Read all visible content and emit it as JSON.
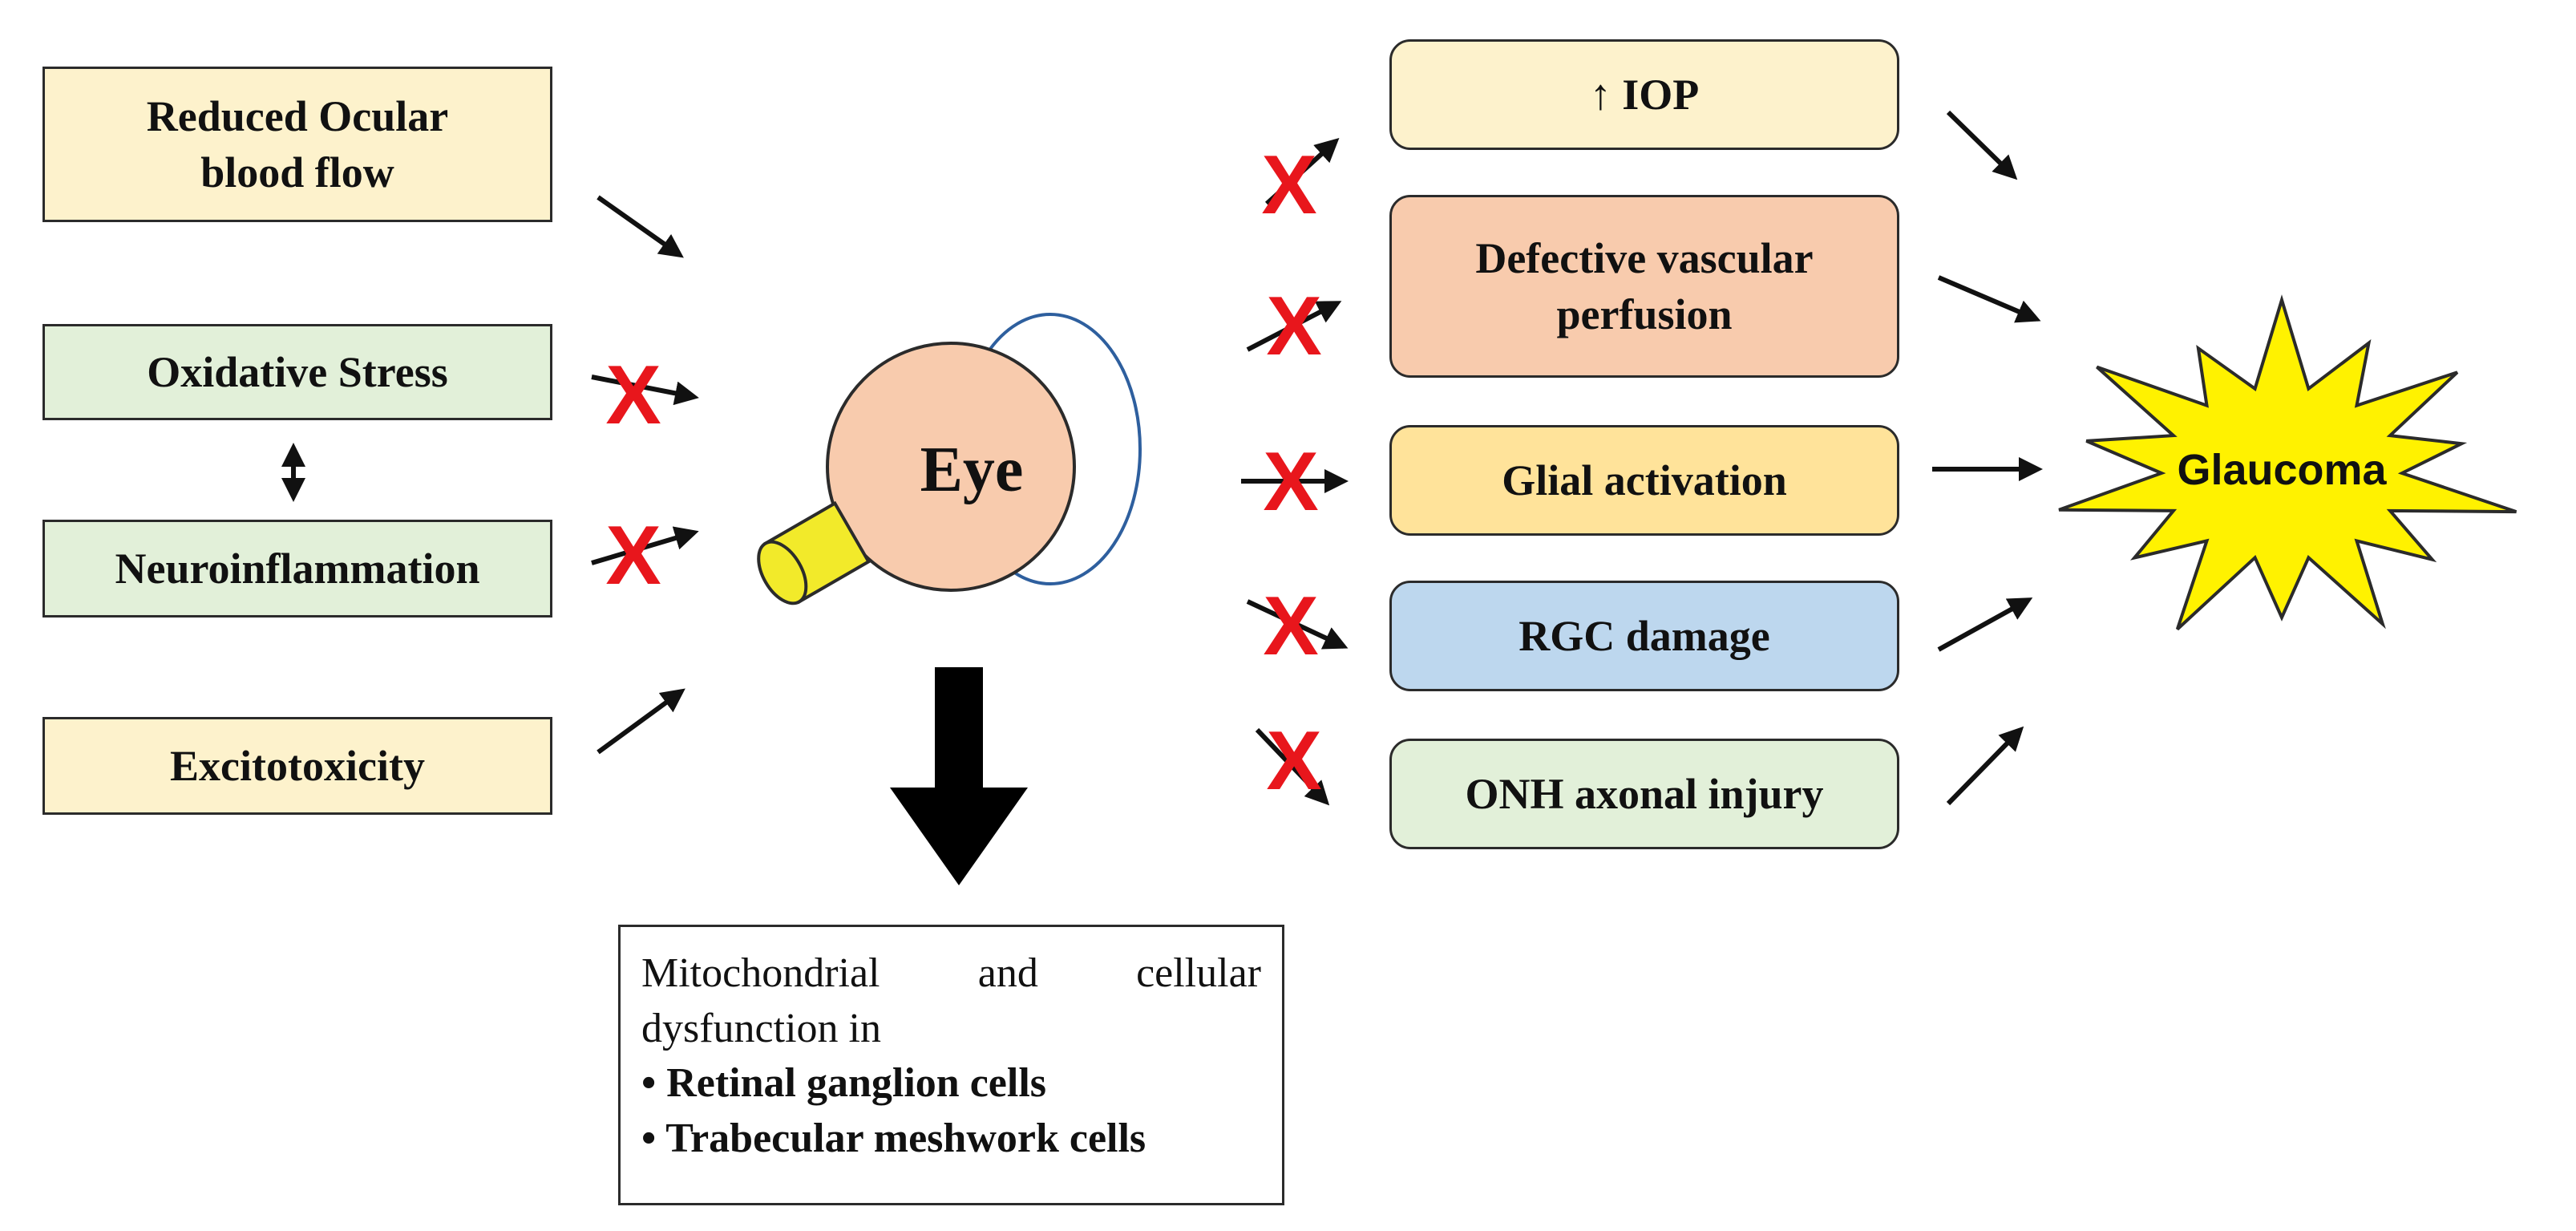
{
  "left_factors": [
    {
      "id": "reduced-ocular-blood-flow",
      "line1": "Reduced Ocular",
      "line2": "blood flow"
    },
    {
      "id": "oxidative-stress",
      "label": "Oxidative Stress"
    },
    {
      "id": "neuroinflammation",
      "label": "Neuroinflammation"
    },
    {
      "id": "excitotoxicity",
      "label": "Excitotoxicity"
    }
  ],
  "center": {
    "eye_label": "Eye"
  },
  "mito_box": {
    "line1_words": [
      "Mitochondrial",
      "and",
      "cellular"
    ],
    "line2": "dysfunction in",
    "bullets": [
      "Retinal ganglion cells",
      "Trabecular meshwork cells"
    ],
    "bullet_char": "•"
  },
  "outcomes": [
    {
      "id": "iop",
      "label": "↑ IOP"
    },
    {
      "id": "defective-vascular-perfusion",
      "line1": "Defective vascular",
      "line2": "perfusion"
    },
    {
      "id": "glial-activation",
      "label": "Glial activation"
    },
    {
      "id": "rgc-damage",
      "label": "RGC damage"
    },
    {
      "id": "onh-axonal-injury",
      "label": "ONH axonal injury"
    }
  ],
  "result": {
    "label": "Glaucoma"
  },
  "inhibition_mark": "X",
  "colors": {
    "yellow_box": "#fdf2cc",
    "green_box": "#e2f0d9",
    "salmon_box": "#f8cbad",
    "orange_box": "#ffe39a",
    "blue_box": "#bdd7ee",
    "eye_fill": "#f8cbad",
    "optic_nerve": "#f2ea2a",
    "starburst": "#fff200",
    "inhibition_x": "#e8161c",
    "cornea_outline": "#2e5f9e"
  }
}
